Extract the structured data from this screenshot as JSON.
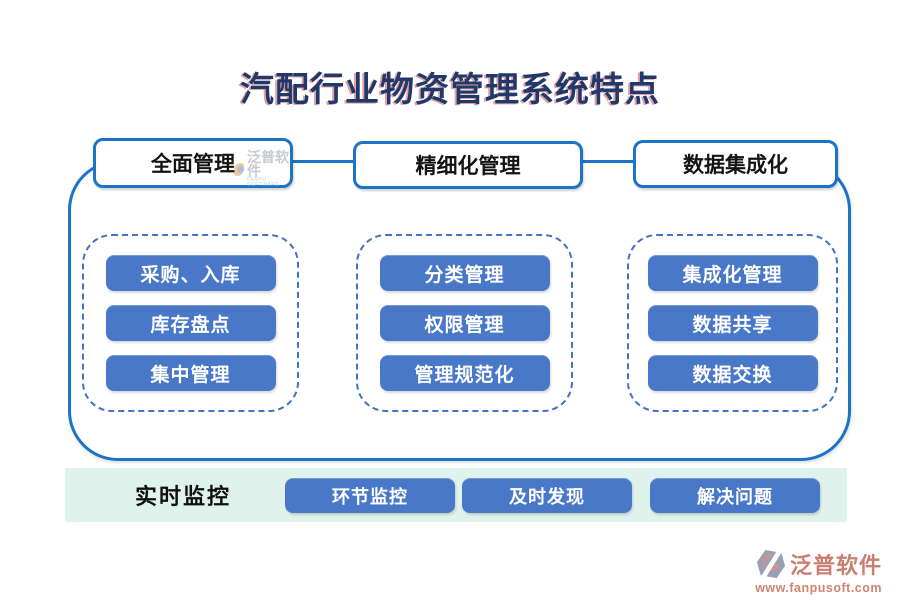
{
  "title": "汽配行业物资管理系统特点",
  "columns": [
    {
      "header": "全面管理",
      "items": [
        "采购、入库",
        "库存盘点",
        "集中管理"
      ]
    },
    {
      "header": "精细化管理",
      "items": [
        "分类管理",
        "权限管理",
        "管理规范化"
      ]
    },
    {
      "header": "数据集成化",
      "items": [
        "集成化管理",
        "数据共享",
        "数据交换"
      ]
    }
  ],
  "bottom_bar": {
    "label": "实时监控",
    "items": [
      "环节监控",
      "及时发现",
      "解决问题"
    ]
  },
  "watermark": {
    "text": "泛普软件",
    "subtext": "FANPU SOFTWARE"
  },
  "logo": {
    "name": "泛普软件",
    "url": "www.fanpusoft.com"
  },
  "colors": {
    "title_text": "#21386b",
    "title_shadow_red": "#b9323c",
    "outline_blue": "#1b74c5",
    "pill_blue": "#4a78c8",
    "dashed_blue": "#4472c4",
    "bar_mint": "#dff3ec",
    "brand_salmon": "#c97e72"
  }
}
